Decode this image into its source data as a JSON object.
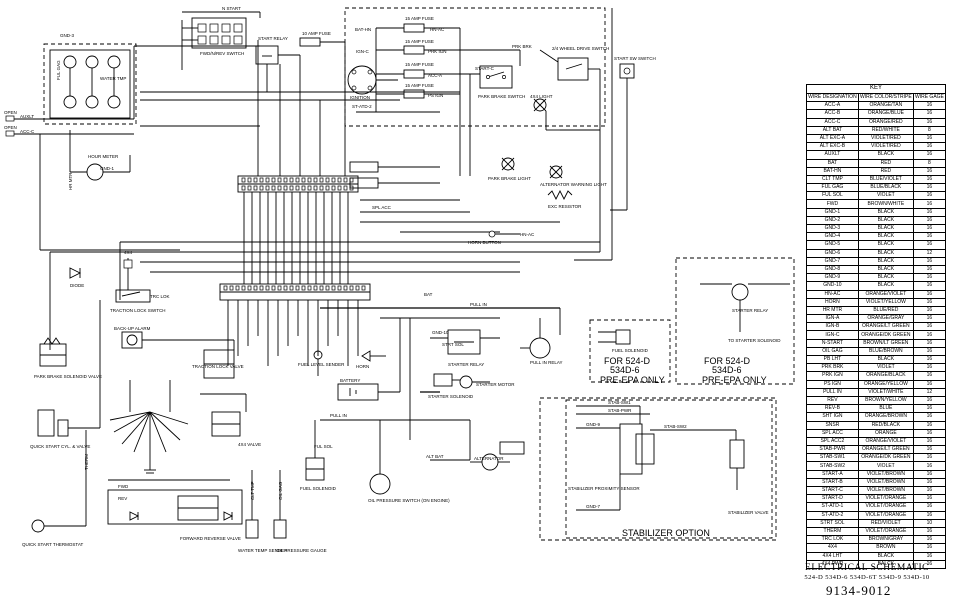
{
  "key": {
    "title": "KEY",
    "col_designation": "WIRE DESIGNATION",
    "col_color": "WIRE COLOR/STRIPE",
    "col_gage": "WIRE GAGE",
    "rows": [
      [
        "ACC-A",
        "ORANGE/TAN",
        "16"
      ],
      [
        "ACC-B",
        "ORANGE/BLUE",
        "16"
      ],
      [
        "ACC-C",
        "ORANGE/RED",
        "16"
      ],
      [
        "ALT BAT",
        "RED/WHITE",
        "8"
      ],
      [
        "ALT EXC-A",
        "VIOLET/RED",
        "16"
      ],
      [
        "ALT EXC-B",
        "VIOLET/RED",
        "16"
      ],
      [
        "AUXLT",
        "BLACK",
        "16"
      ],
      [
        "BAT",
        "RED",
        "8"
      ],
      [
        "BAT-HN",
        "RED",
        "16"
      ],
      [
        "CLT TMP",
        "BLUE/VIOLET",
        "16"
      ],
      [
        "FUL GAG",
        "BLUE/BLACK",
        "16"
      ],
      [
        "FUL SOL",
        "VIOLET",
        "16"
      ],
      [
        "FWD",
        "BROWN/WHITE",
        "16"
      ],
      [
        "GND-1",
        "BLACK",
        "16"
      ],
      [
        "GND-2",
        "BLACK",
        "16"
      ],
      [
        "GND-3",
        "BLACK",
        "16"
      ],
      [
        "GND-4",
        "BLACK",
        "16"
      ],
      [
        "GND-5",
        "BLACK",
        "16"
      ],
      [
        "GND-6",
        "BLACK",
        "12"
      ],
      [
        "GND-7",
        "BLACK",
        "16"
      ],
      [
        "GND-8",
        "BLACK",
        "16"
      ],
      [
        "GND-9",
        "BLACK",
        "16"
      ],
      [
        "GND-10",
        "BLACK",
        "16"
      ],
      [
        "HN-AC",
        "ORANGE/VIOLET",
        "16"
      ],
      [
        "HORN",
        "VIOLET/YELLOW",
        "16"
      ],
      [
        "HR MTR",
        "BLUE/RED",
        "16"
      ],
      [
        "IGN-A",
        "ORANGE/GRAY",
        "16"
      ],
      [
        "IGN-B",
        "ORANGE/LT GREEN",
        "16"
      ],
      [
        "IGN-C",
        "ORANGE/DK GREEN",
        "16"
      ],
      [
        "N-START",
        "BROWN/LT GREEN",
        "16"
      ],
      [
        "OIL GAG",
        "BLUE/BROWN",
        "16"
      ],
      [
        "PB LHT",
        "BLACK",
        "16"
      ],
      [
        "PRK BRK",
        "VIOLET",
        "16"
      ],
      [
        "PRK IGN",
        "ORANGE/BLACK",
        "16"
      ],
      [
        "PS IGN",
        "ORANGE/YELLOW",
        "16"
      ],
      [
        "PULL IN",
        "VIOLET/WHITE",
        "12"
      ],
      [
        "REV",
        "BROWN/YELLOW",
        "16"
      ],
      [
        "REV-B",
        "BLUE",
        "16"
      ],
      [
        "SHT IGN",
        "ORANGE/BROWN",
        "16"
      ],
      [
        "SNSR",
        "RED/BLACK",
        "16"
      ],
      [
        "SPL ACC",
        "ORANGE",
        "16"
      ],
      [
        "SPL ACC2",
        "ORANGE/VIOLET",
        "16"
      ],
      [
        "STAB-PWR",
        "ORANGE/LT GREEN",
        "16"
      ],
      [
        "STAB-SW1",
        "ORANGE/DK GREEN",
        "16"
      ],
      [
        "STAB-SW2",
        "VIOLET",
        "16"
      ],
      [
        "START-A",
        "VIOLET/BROWN",
        "16"
      ],
      [
        "START-B",
        "VIOLET/BROWN",
        "16"
      ],
      [
        "START-C",
        "VIOLET/BROWN",
        "16"
      ],
      [
        "START-D",
        "VIOLET/ORANGE",
        "16"
      ],
      [
        "ST-ATD-1",
        "VIOLET/ORANGE",
        "16"
      ],
      [
        "ST-ATD-2",
        "VIOLET/ORANGE",
        "16"
      ],
      [
        "STRT SOL",
        "RED/VIOLET",
        "10"
      ],
      [
        "THERM",
        "VIOLET/ORANGE",
        "16"
      ],
      [
        "TRC LOK",
        "BROWN/GRAY",
        "16"
      ],
      [
        "4X4",
        "BROWN",
        "16"
      ],
      [
        "4X4 LHT",
        "BLACK",
        "16"
      ],
      [
        "4X4 PWR",
        "BALCK",
        "16"
      ]
    ]
  },
  "footer": {
    "title": "ELECTRICAL SCHEMATIC",
    "models": "524-D  534D-6  534D-6T  534D-9  534D-10",
    "part_number": "9134-9012"
  },
  "diagram": {
    "notes": {
      "pre_epa_a_1": "FOR 524-D",
      "pre_epa_a_2": "534D-6",
      "pre_epa_a_3": "PRE-EPA ONLY",
      "pre_epa_b_1": "FOR 524-D",
      "pre_epa_b_2": "534D-6",
      "pre_epa_b_3": "PRE-EPA ONLY",
      "stabilizer_option": "STABILIZER OPTION"
    },
    "components": {
      "n_start": "N START",
      "fnr_switch": "FWD/N/REV SWITCH",
      "start_relay": "START RELAY",
      "ignition": "IGNITION",
      "fuse_15a_1": "15 AMP FUSE",
      "fuse_15a_2": "15 AMP FUSE",
      "fuse_15a_3": "15 AMP FUSE",
      "fuse_15a_4": "15 AMP FUSE",
      "fuse_10a": "10 AMP FUSE",
      "fuse_15a_5": "15 AMP FUSE",
      "park_brake_switch": "PARK BRAKE SWITCH",
      "two_four_wheel": "2/4 WHEEL DRIVE SWITCH",
      "start_sw": "START SW SWITCH",
      "four_x_four_light": "4X4 LIGHT",
      "park_brake_light": "PARK BRAKE LIGHT",
      "alternator_warning": "ALTERNATOR WARNING LIGHT",
      "exc_resistor": "EXC RESISTOR",
      "hour_meter": "HOUR METER",
      "horn_button": "HORN BUTTON",
      "traction_lock_switch": "TRACTION LOCK SWITCH",
      "park_brake_solenoid": "PARK BRAKE SOLENOID VALVE",
      "backup_alarm": "BACK-UP ALARM",
      "traction_lock_valve": "TRACTION LOCK VALVE",
      "fourx4_valve": "4X4 VALVE",
      "quick_start_valve": "QUICK START CYL. & VALVE",
      "quick_start_thermostat": "QUICK START THERMOSTAT",
      "forward_reverse_valve": "FORWARD REVERSE VALVE",
      "water_temp_sender": "WATER TEMP SENDER",
      "oil_pressure_gauge": "OIL PRESSURE GAUGE",
      "fuel_solenoid": "FUEL SOLENOID",
      "oil_pressure_switch": "OIL PRESSURE SWITCH (ON ENGINE)",
      "fuel_level_sender": "FUEL LEVEL SENDER",
      "horn": "HORN",
      "battery": "BATTERY",
      "starter_relay": "STARTER RELAY",
      "starter_solenoid": "STARTER SOLENOID",
      "starter_motor": "STARTER MOTOR",
      "alternator": "ALTERNATOR",
      "pull_in_relay": "PULL IN RELAY",
      "fuel_solenoid_b": "FUEL SOLENOID",
      "to_starter_solenoid": "TO STARTER SOLENOID",
      "starter_relay_b": "STARTER RELAY",
      "stabilizer_sensor": "STABILIZER PROXIMITY SENSOR",
      "stabilizer_valve": "STABILIZER VALVE"
    },
    "wire_tags": {
      "gnd_3": "GND-3",
      "auxlt": "AUXLT",
      "acc_c": "ACC-C",
      "gnd_1": "GND-1",
      "bat_hn": "BAT-HN",
      "hn_ac": "HN-AC",
      "ign_c": "IGN-C",
      "prk_ign": "PRK IGN",
      "acc_a": "ACC-A",
      "ps_ign": "PS IGN",
      "st_atd_2": "ST-ATD-2",
      "prk_brk": "PRK BRK",
      "start_c": "START-C",
      "start_a": "START-A",
      "start_b": "START-B",
      "gnd_6": "GND-6",
      "gnd_10": "GND-10",
      "ful_sol": "FUL SOL",
      "pull_in": "PULL IN",
      "bat": "BAT",
      "alt_bat": "ALT BAT",
      "stab_sw1": "STAB-SW1",
      "stab_pwr": "STAB-PWR",
      "stab_sw2": "STAB-SW2",
      "gnd_9": "GND-9",
      "gnd_7": "GND-7",
      "open_1": "OPEN",
      "open_2": "OPEN",
      "horn": "HORN",
      "four_x_four": "4X4",
      "spl_acc": "SPL ACC",
      "snsr": "SNSR",
      "hr_mtr": "HR MTR",
      "trc_lok": "TRC LOK",
      "rev": "REV",
      "fwd": "FWD",
      "clt_tmp": "CLT TMP",
      "oil_gag": "OIL GAG",
      "therm": "THERM",
      "strt_sol": "STRT SOL",
      "diode": "DIODE"
    }
  }
}
